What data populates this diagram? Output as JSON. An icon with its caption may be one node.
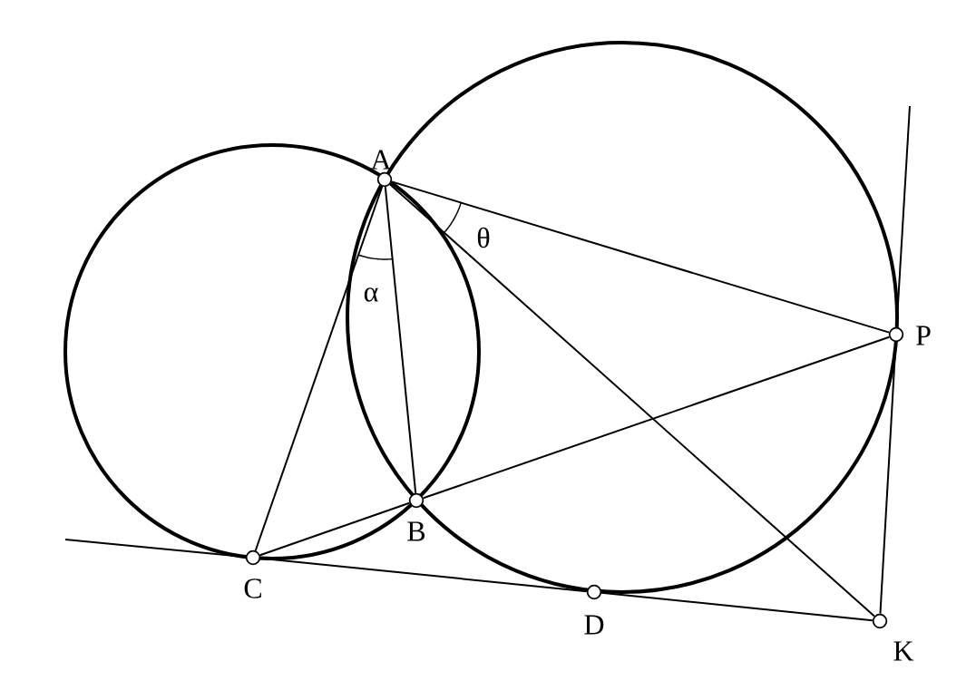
{
  "diagram": {
    "nodes": [
      {
        "text": [],
        "shape": "circle",
        "beside": [
          "A"
        ]
      },
      {
        "text": [],
        "shape": "circle",
        "beside": [
          "B"
        ]
      },
      {
        "text": [],
        "shape": "circle",
        "beside": [
          "C"
        ]
      },
      {
        "text": [],
        "shape": "circle",
        "beside": [
          "D"
        ]
      },
      {
        "text": [],
        "shape": "circle",
        "beside": [
          "K"
        ]
      },
      {
        "text": [],
        "shape": "circle",
        "beside": [
          "P"
        ]
      }
    ],
    "edges": [
      {
        "from": 0,
        "to": 1,
        "arrow": "none"
      },
      {
        "from": 0,
        "to": 2,
        "arrow": "none"
      },
      {
        "from": 0,
        "to": 5,
        "arrow": "none"
      },
      {
        "from": 0,
        "to": 4,
        "arrow": "none"
      },
      {
        "from": 2,
        "to": 1,
        "arrow": "none"
      },
      {
        "from": 1,
        "to": 5,
        "arrow": "none"
      },
      {
        "from": 2,
        "to": 3,
        "arrow": "none"
      },
      {
        "from": 3,
        "to": 4,
        "arrow": "none"
      },
      {
        "from": 5,
        "to": 4,
        "arrow": "none"
      },
      {
        "from": null,
        "to": 2,
        "arrow": "none"
      },
      {
        "from": null,
        "to": 5,
        "arrow": "none"
      }
    ],
    "labels": [
      "θ",
      "α"
    ]
  }
}
